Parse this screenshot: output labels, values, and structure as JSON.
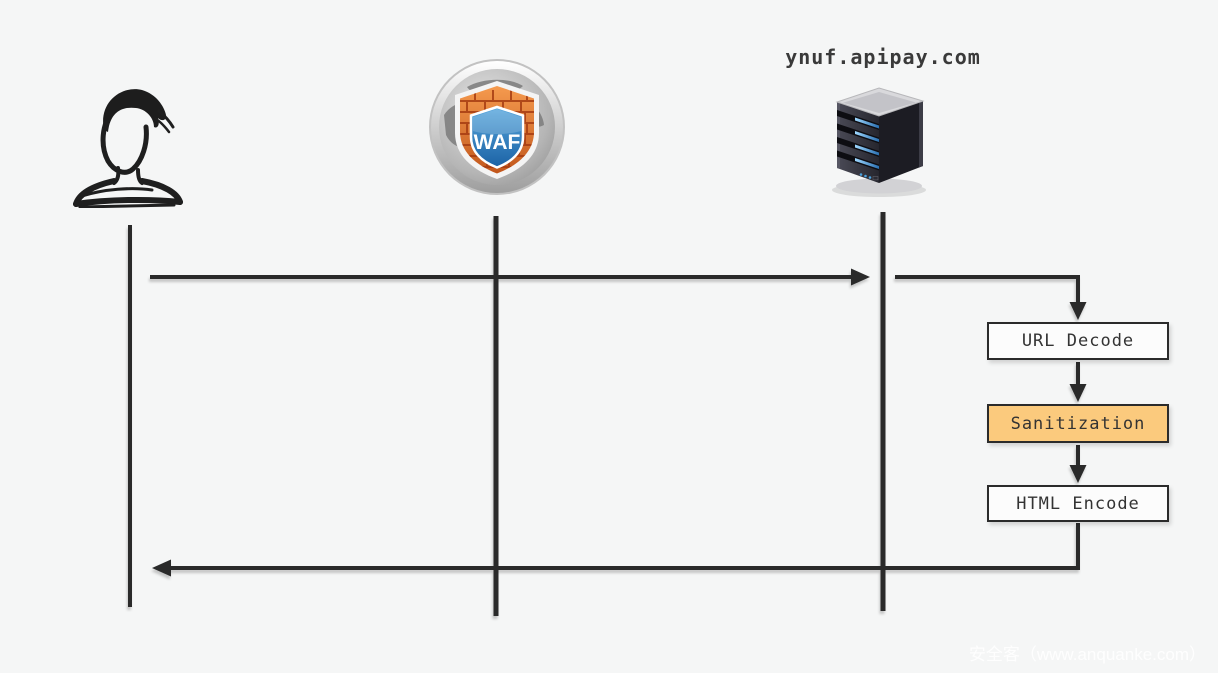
{
  "diagram": {
    "type": "sequence-flow",
    "title": "ynuf.apipay.com",
    "actors": [
      {
        "id": "user",
        "icon": "user-sketch-icon"
      },
      {
        "id": "waf",
        "icon": "waf-globe-shield-icon",
        "label": "WAF"
      },
      {
        "id": "server",
        "icon": "server-tower-icon",
        "label": "ynuf.apipay.com"
      }
    ],
    "messages": [
      {
        "from": "user",
        "to": "server",
        "direction": "right"
      },
      {
        "from": "server",
        "to": "user",
        "direction": "left"
      }
    ],
    "server_pipeline": [
      "URL Decode",
      "Sanitization",
      "HTML Encode"
    ]
  },
  "flow": {
    "steps": [
      {
        "label": "URL Decode",
        "highlighted": false
      },
      {
        "label": "Sanitization",
        "highlighted": true
      },
      {
        "label": "HTML Encode",
        "highlighted": false
      }
    ]
  },
  "icons": {
    "waf_text": "WAF"
  },
  "watermark": {
    "text": "安全客（www.anquanke.com）"
  },
  "colors": {
    "background": "#f5f6f6",
    "line": "#2b2b2b",
    "box_border": "#2b2b2b",
    "box_fill": "#fcfcfc",
    "highlight_fill": "#fbca7d",
    "box_text": "#333333",
    "title_text": "#3a3a3a",
    "watermark_text": "#ffffff",
    "waf_shield_orange": "#e07a33",
    "waf_shield_blue": "#2f7fc1",
    "server_led_blue": "#4aa3e0"
  }
}
